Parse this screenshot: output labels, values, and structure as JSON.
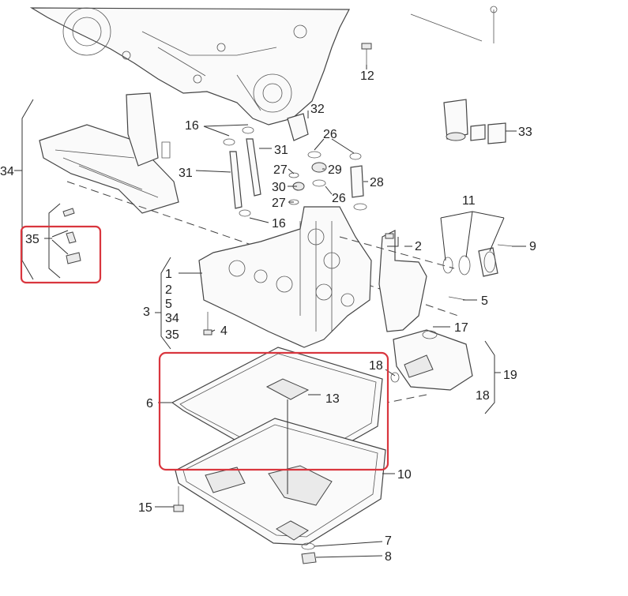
{
  "highlight_color": "#d9363e",
  "part_labels": {
    "n1": "1",
    "n2": "2",
    "n3": "3",
    "n4": "4",
    "n5a": "5",
    "n5b": "5",
    "n6": "6",
    "n7": "7",
    "n8": "8",
    "n9": "9",
    "n10": "10",
    "n11": "11",
    "n12": "12",
    "n13": "13",
    "n15": "15",
    "n16a": "16",
    "n16b": "16",
    "n17": "17",
    "n18a": "18",
    "n18b": "18",
    "n19": "19",
    "n2b": "2",
    "n26a": "26",
    "n26b": "26",
    "n27a": "27",
    "n27b": "27",
    "n28": "28",
    "n29": "29",
    "n30": "30",
    "n31a": "31",
    "n31b": "31",
    "n32": "32",
    "n33": "33",
    "n34a": "34",
    "n34b": "34",
    "n35a": "35",
    "n35b": "35"
  }
}
